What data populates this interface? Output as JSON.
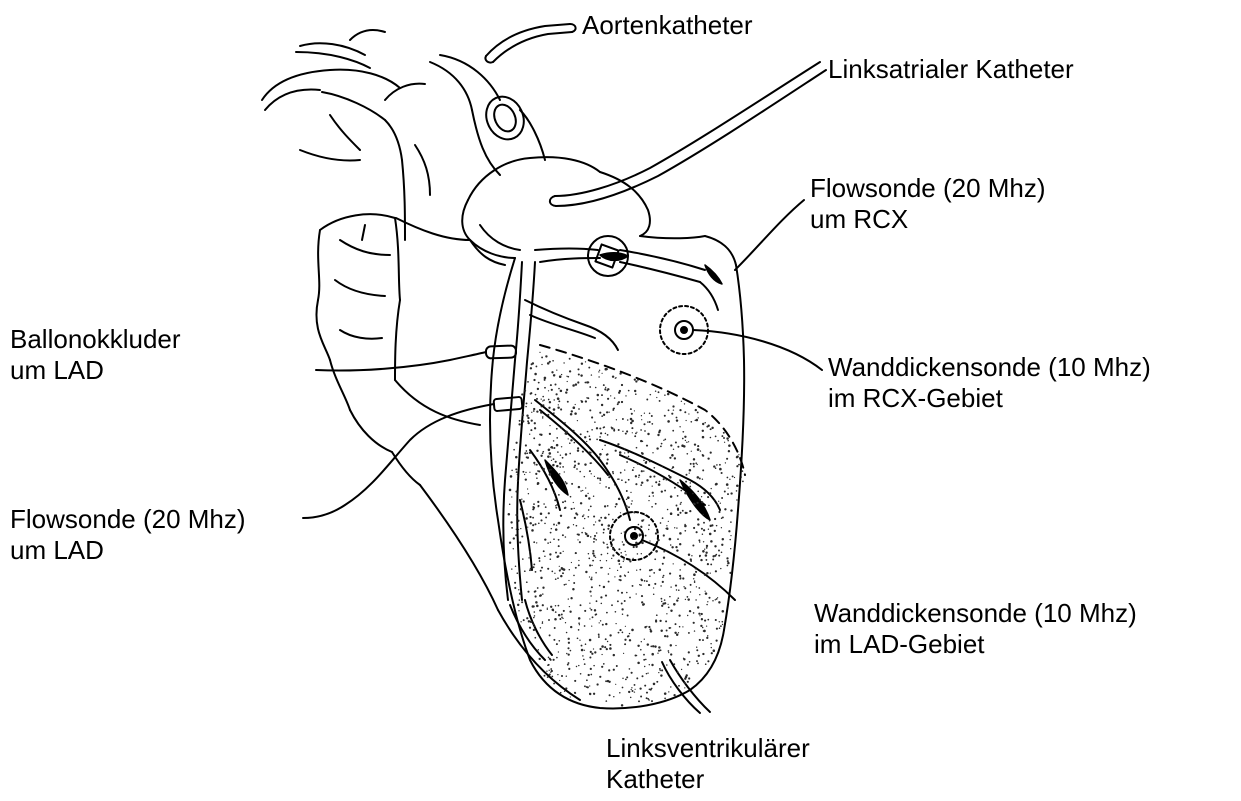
{
  "labels": {
    "aortenkatheter": [
      "Aortenkatheter"
    ],
    "linksatrialer_katheter": [
      "Linksatrialer Katheter"
    ],
    "flowsonde_rcx": [
      "Flowsonde (20 Mhz)",
      "um RCX"
    ],
    "ballonokkluder_lad": [
      "Ballonokkluder",
      "um LAD"
    ],
    "wanddickensonde_rcx": [
      "Wanddickensonde (10 Mhz)",
      "im RCX-Gebiet"
    ],
    "flowsonde_lad": [
      "Flowsonde (20 Mhz)",
      "um LAD"
    ],
    "wanddickensonde_lad": [
      "Wanddickensonde (10 Mhz)",
      "im LAD-Gebiet"
    ],
    "linksventrikulaerer_katheter": [
      "Linksventrikulärer",
      "Katheter"
    ]
  },
  "colors": {
    "ink": "#000000",
    "background": "#ffffff",
    "stipple": "#2a2a2a"
  }
}
